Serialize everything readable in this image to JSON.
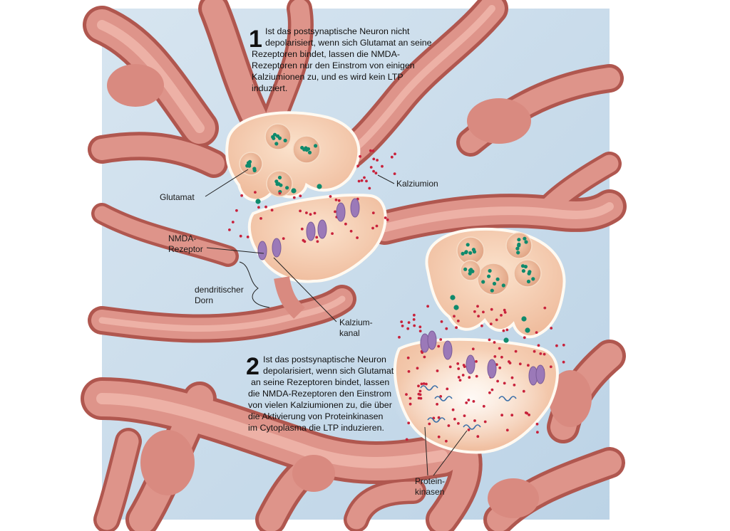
{
  "step1": {
    "number": "1",
    "lines": [
      "Ist das postsynaptische Neuron nicht",
      "depolarisiert, wenn sich Glutamat an seine",
      "Rezeptoren bindet, lassen die NMDA-",
      "Rezeptoren nur den Einstrom von einigen",
      "Kalziumionen zu, und es wird kein LTP",
      "induziert."
    ]
  },
  "step2": {
    "number": "2",
    "lines": [
      "Ist das postsynaptische Neuron",
      "depolarisiert, wenn sich Glutamat",
      "an seine Rezeptoren bindet, lassen",
      "die NMDA-Rezeptoren den Einstrom",
      "von vielen Kalziumionen zu, die über",
      "die Aktivierung von Proteinkinasen",
      "im Cytoplasma die LTP induzieren."
    ]
  },
  "labels": {
    "glutamat": "Glutamat",
    "kalziumion": "Kalziumion",
    "nmda_line1": "NMDA-",
    "nmda_line2": "Rezeptor",
    "dorn_line1": "dendritischer",
    "dorn_line2": "Dorn",
    "kanal_line1": "Kalzium-",
    "kanal_line2": "kanal",
    "kinase_line1": "Protein-",
    "kinase_line2": "kinasen"
  },
  "colors": {
    "background": "#c9dceb",
    "neuron": "#d98a80",
    "neuron_dark": "#b8625a",
    "terminal": "#f6cdb0",
    "vesicle": "#eab294",
    "glutamate": "#0f8a6c",
    "calcium": "#c8213b",
    "receptor": "#9b79b8",
    "kinase": "#3b6fa8"
  }
}
